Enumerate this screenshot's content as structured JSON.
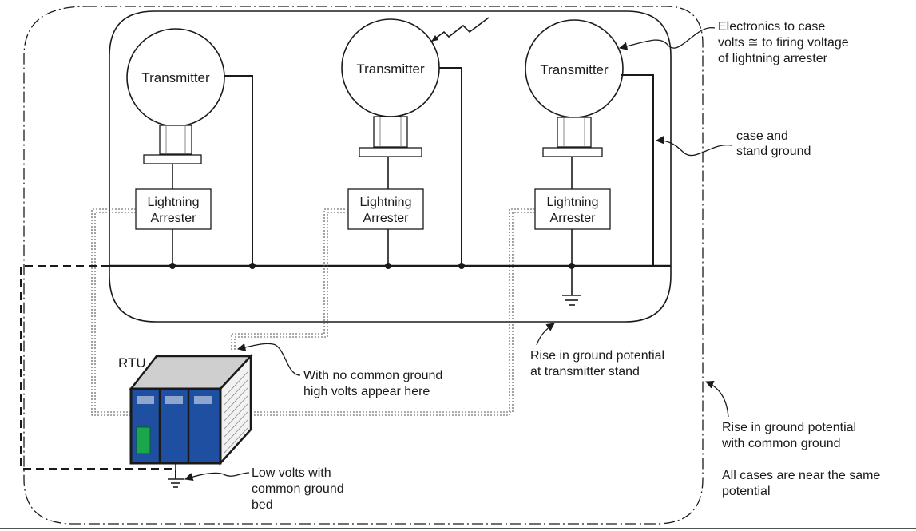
{
  "colors": {
    "line": "#1a1a1a",
    "rtu_blue": "#1f4fa0",
    "rtu_module_light": "#8fa6cf",
    "rtu_green": "#1aa64a",
    "rtu_gray": "#cfcfcf"
  },
  "transmitters": [
    {
      "label": "Transmitter"
    },
    {
      "label": "Transmitter"
    },
    {
      "label": "Transmitter"
    }
  ],
  "arresters": [
    {
      "line1": "Lightning",
      "line2": "Arrester"
    },
    {
      "line1": "Lightning",
      "line2": "Arrester"
    },
    {
      "line1": "Lightning",
      "line2": "Arrester"
    }
  ],
  "rtu": {
    "label": "RTU"
  },
  "annotations": {
    "electronics": [
      "Electronics to case",
      "volts ≅ to firing voltage",
      "of lightning arrester"
    ],
    "case_stand": [
      "case and",
      "stand ground"
    ],
    "no_common": [
      "With no common ground",
      "high volts appear here"
    ],
    "rise_transmitter": [
      "Rise in ground potential",
      "at transmitter stand"
    ],
    "rise_common": [
      "Rise in ground potential",
      "with common ground"
    ],
    "all_cases": [
      "All cases are near the same",
      "potential"
    ],
    "low_volts": [
      "Low volts with",
      "common ground",
      "bed"
    ]
  }
}
